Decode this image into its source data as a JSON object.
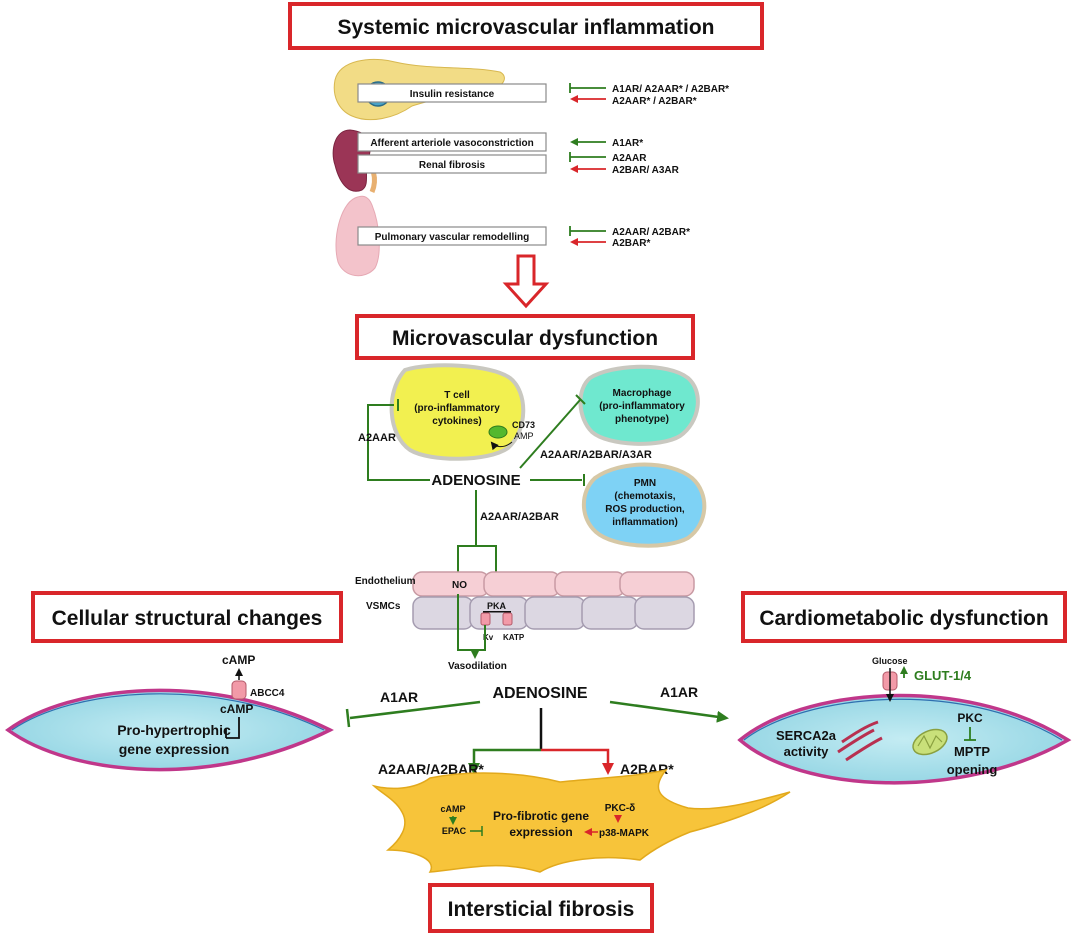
{
  "titles": {
    "systemic": "Systemic microvascular inflammation",
    "microvascular": "Microvascular dysfunction",
    "cellular": "Cellular structural changes",
    "cardiometabolic": "Cardiometabolic dysfunction",
    "fibrosis": "Intersticial fibrosis"
  },
  "organs": {
    "insulin": "Insulin resistance",
    "afferent": "Afferent arteriole vasoconstriction",
    "renal": "Renal fibrosis",
    "pulmonary": "Pulmonary vascular remodelling"
  },
  "receptors": {
    "ins_inhibit": "A1AR/ A2AAR* / A2BAR*",
    "ins_promote": "A2AAR* / A2BAR*",
    "aff_promote": "A1AR*",
    "renal_inhibit": "A2AAR",
    "renal_promote": "A2BAR/ A3AR",
    "pulm_inhibit": "A2AAR/ A2BAR*",
    "pulm_promote": "A2BAR*"
  },
  "immune": {
    "tcell_1": "T cell",
    "tcell_2": "(pro-inflammatory",
    "tcell_3": "cytokines)",
    "cd73": "CD73",
    "amp": "AMP",
    "macro_1": "Macrophage",
    "macro_2": "(pro-inflammatory",
    "macro_3": "phenotype)",
    "pmn_1": "PMN",
    "pmn_2": "(chemotaxis,",
    "pmn_3": "ROS production,",
    "pmn_4": "inflammation)",
    "adenosine": "ADENOSINE",
    "a2a": "A2AAR",
    "a2a_a2b_a3": "A2AAR/A2BAR/A3AR",
    "a2a_a2b": "A2AAR/A2BAR"
  },
  "vessel": {
    "endothelium": "Endothelium",
    "vsmcs": "VSMCs",
    "no": "NO",
    "pka": "PKA",
    "kv": "Kv",
    "katp": "KATP",
    "vasodilation": "Vasodilation"
  },
  "bottom": {
    "adenosine": "ADENOSINE",
    "a1_left": "A1AR",
    "a1_right": "A1AR",
    "camp_top": "cAMP",
    "abcc4": "ABCC4",
    "camp_in": "cAMP",
    "hyper_1": "Pro-hypertrophic",
    "hyper_2": "gene expression",
    "glucose": "Glucose",
    "glut": "GLUT-1/4",
    "serca_1": "SERCA2a",
    "serca_2": "activity",
    "pkc": "PKC",
    "mptp_1": "MPTP",
    "mptp_2": "opening",
    "a2a_a2b_star": "A2AAR/A2BAR*",
    "a2b_star": "A2BAR*",
    "camp_f": "cAMP",
    "epac": "EPAC",
    "pkcd": "PKC-δ",
    "p38": "p38-MAPK",
    "profib_1": "Pro-fibrotic gene",
    "profib_2": "expression"
  },
  "colors": {
    "red_box": "#d9262a",
    "green": "#2e7d1f",
    "red": "#d9262a",
    "cell_fill": "#aee0ea",
    "cell_border": "#c0378a",
    "fibro": "#f7c43a",
    "endo": "#f6cfd5",
    "vsmc": "#dcd7e2"
  }
}
